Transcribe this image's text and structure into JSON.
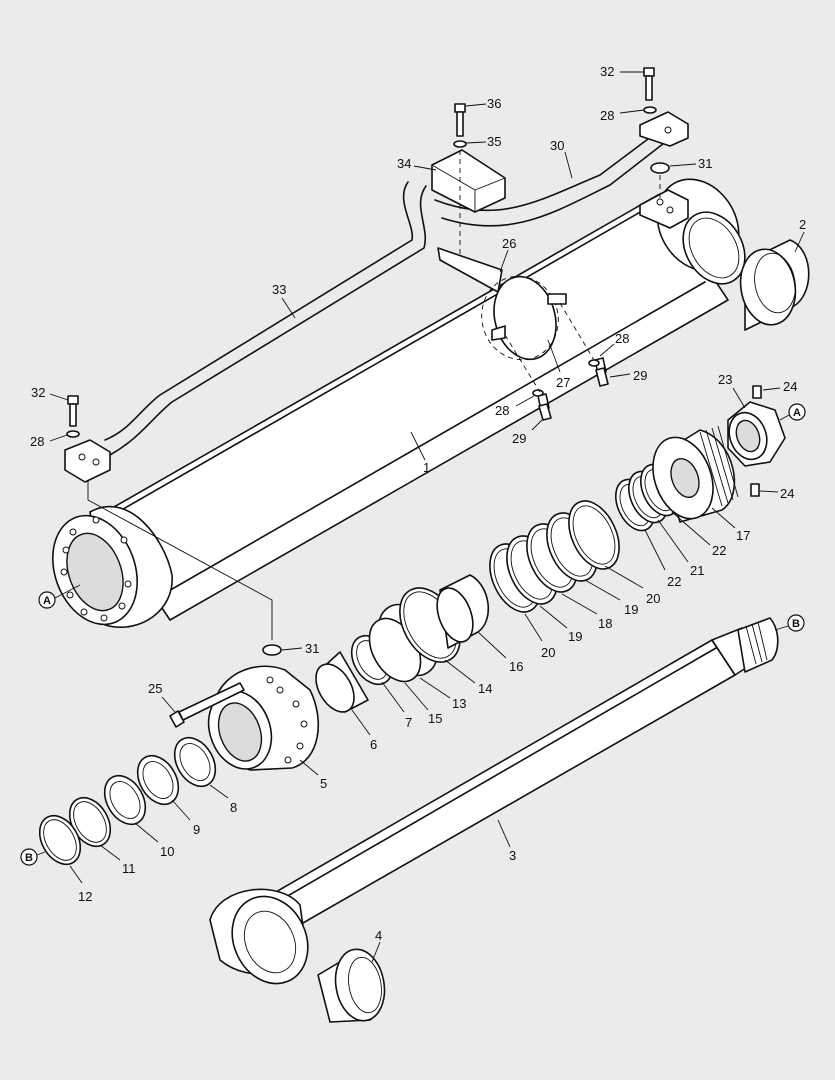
{
  "refs": {
    "a": "A",
    "b": "B"
  },
  "callouts": {
    "c1": "1",
    "c2": "2",
    "c3": "3",
    "c4": "4",
    "c5": "5",
    "c6": "6",
    "c7": "7",
    "c8": "8",
    "c9": "9",
    "c10": "10",
    "c11": "11",
    "c12": "12",
    "c13": "13",
    "c14": "14",
    "c15": "15",
    "c16": "16",
    "c17": "17",
    "c18": "18",
    "c19": "19",
    "c20": "20",
    "c21": "21",
    "c22": "22",
    "c23": "23",
    "c24": "24",
    "c25": "25",
    "c26": "26",
    "c27": "27",
    "c28": "28",
    "c29": "29",
    "c30": "30",
    "c31": "31",
    "c32": "32",
    "c33": "33",
    "c34": "34",
    "c35": "35",
    "c36": "36"
  }
}
